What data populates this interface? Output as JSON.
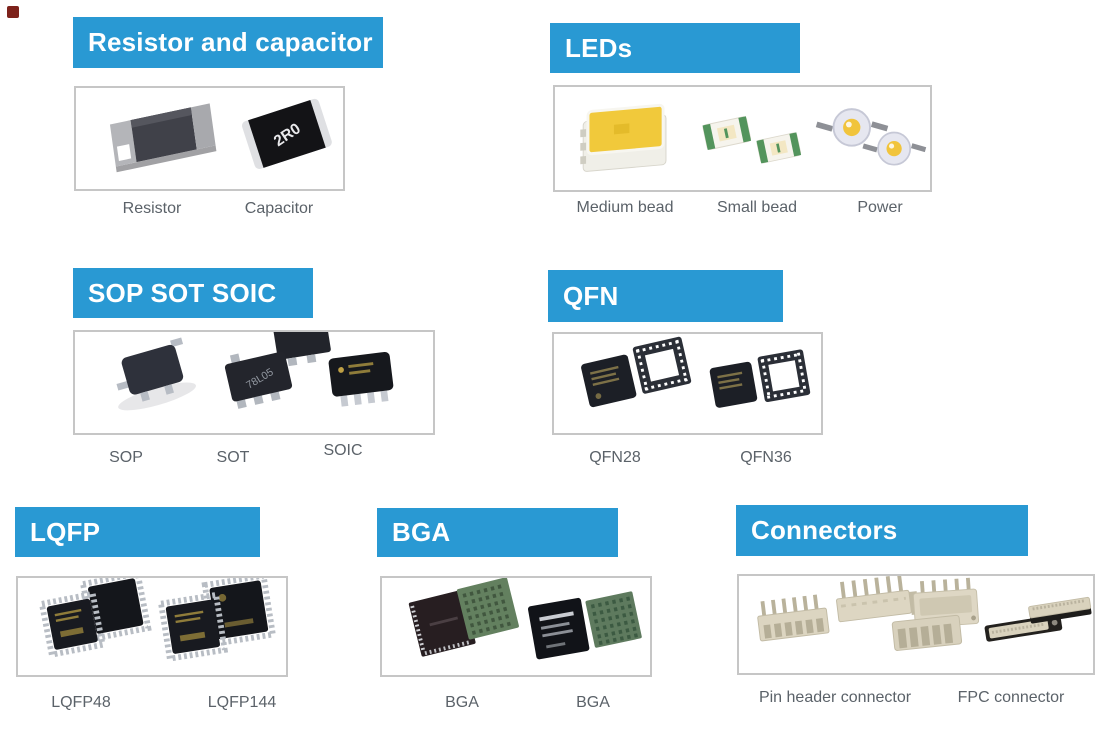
{
  "colors": {
    "header_background": "#2999d3",
    "header_text": "#ffffff",
    "caption_text": "#5b6269",
    "image_box_border": "#c6c6c6",
    "corner_marker": "#7d221b",
    "page_background": "#ffffff"
  },
  "sections": [
    {
      "id": "resistor-capacitor",
      "title": "Resistor and capacitor",
      "items": [
        {
          "label": "Resistor"
        },
        {
          "label": "Capacitor"
        }
      ]
    },
    {
      "id": "leds",
      "title": "LEDs",
      "items": [
        {
          "label": "Medium bead"
        },
        {
          "label": "Small bead"
        },
        {
          "label": "Power"
        }
      ]
    },
    {
      "id": "sop-sot-soic",
      "title": "SOP SOT SOIC",
      "items": [
        {
          "label": "SOP"
        },
        {
          "label": "SOT"
        },
        {
          "label": "SOIC"
        }
      ]
    },
    {
      "id": "qfn",
      "title": "QFN",
      "items": [
        {
          "label": "QFN28"
        },
        {
          "label": "QFN36"
        }
      ]
    },
    {
      "id": "lqfp",
      "title": "LQFP",
      "items": [
        {
          "label": "LQFP48"
        },
        {
          "label": "LQFP144"
        }
      ]
    },
    {
      "id": "bga",
      "title": "BGA",
      "items": [
        {
          "label": "BGA"
        },
        {
          "label": "BGA"
        }
      ]
    },
    {
      "id": "connectors",
      "title": "Connectors",
      "items": [
        {
          "label": "Pin header connector"
        },
        {
          "label": "FPC connector"
        }
      ]
    }
  ],
  "component_markings": {
    "capacitor_text": "2R0",
    "sot_text": "78L05"
  }
}
